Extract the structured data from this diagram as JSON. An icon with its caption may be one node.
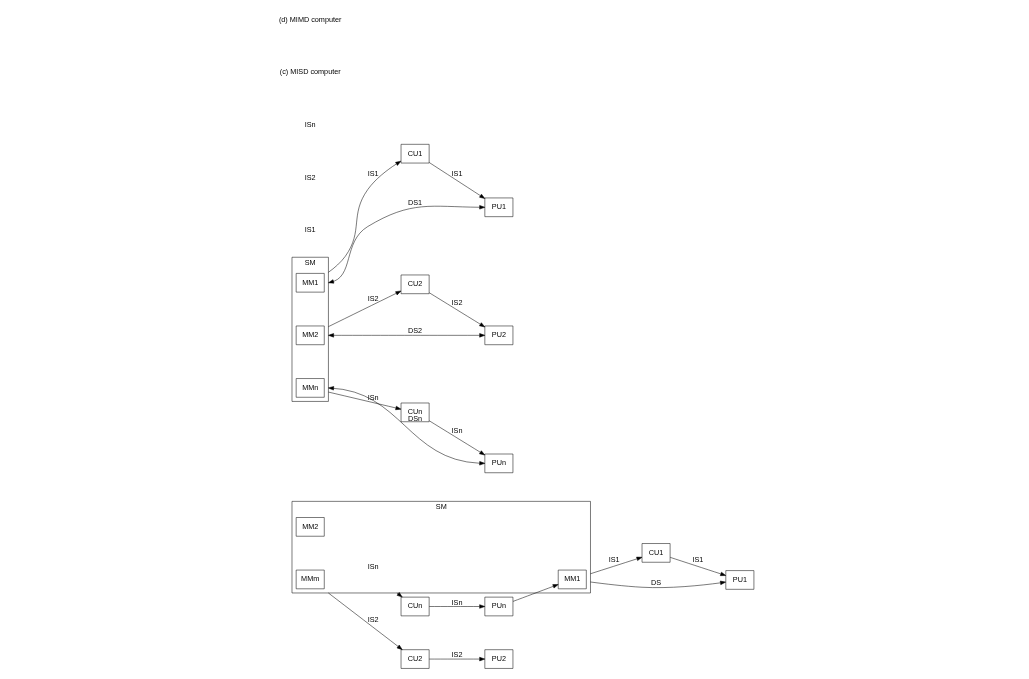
{
  "diagram": {
    "nodes": [
      {
        "text": [
          "CU1"
        ]
      },
      {
        "text": [
          "PU1"
        ]
      },
      {
        "text": [
          "CU2"
        ]
      },
      {
        "text": [
          "PU2"
        ]
      },
      {
        "text": [
          "CUn"
        ]
      },
      {
        "text": [
          "PUn"
        ]
      },
      {
        "text": [
          "SM"
        ]
      },
      {
        "text": [
          "MM1"
        ],
        "in": 6
      },
      {
        "text": [
          "MM2"
        ],
        "in": 6
      },
      {
        "text": [
          "MMm"
        ],
        "in": 6
      },
      {
        "text": [
          "CU1"
        ]
      },
      {
        "text": [
          "PU1"
        ]
      },
      {
        "text": [
          "CU2"
        ]
      },
      {
        "text": [
          "PU2"
        ]
      },
      {
        "text": [
          "CUn"
        ]
      },
      {
        "text": [
          "PUn"
        ]
      },
      {
        "text": [
          "SM"
        ]
      },
      {
        "text": [
          "MM1"
        ],
        "in": 16
      },
      {
        "text": [
          "MM2"
        ],
        "in": 16
      },
      {
        "text": [
          "MMn"
        ],
        "in": 16
      }
    ],
    "edges": [
      {
        "from": 0,
        "to": 1,
        "arrow": "to",
        "label": "IS1"
      },
      {
        "from": 2,
        "to": 3,
        "arrow": "to",
        "label": "IS2"
      },
      {
        "from": 4,
        "to": 5,
        "arrow": "to",
        "label": "ISn"
      },
      {
        "from": 6,
        "to": 1,
        "arrow": "to",
        "label": "DS"
      },
      {
        "from": 5,
        "to": 7,
        "arrow": "to"
      },
      {
        "from": 6,
        "to": 4,
        "arrow": "to",
        "label": "ISn"
      },
      {
        "from": 6,
        "to": 2,
        "arrow": "to",
        "label": "IS2"
      },
      {
        "from": 6,
        "to": 0,
        "arrow": "to",
        "label": "IS1"
      },
      {
        "from": 10,
        "to": 11,
        "arrow": "to",
        "label": "IS1"
      },
      {
        "from": 12,
        "to": 13,
        "arrow": "to",
        "label": "IS2"
      },
      {
        "from": 14,
        "to": 15,
        "arrow": "to",
        "label": "ISn"
      },
      {
        "from": 11,
        "to": 16,
        "arrow": "both",
        "label": "DS1"
      },
      {
        "from": 13,
        "to": 16,
        "arrow": "both",
        "label": "DS2"
      },
      {
        "from": 15,
        "to": 16,
        "arrow": "both",
        "label": "DSn"
      },
      {
        "from": 16,
        "to": 10,
        "arrow": "to",
        "label": "IS1"
      },
      {
        "from": 16,
        "to": 12,
        "arrow": "to",
        "label": "IS2"
      },
      {
        "from": 16,
        "to": 14,
        "arrow": "to",
        "label": "ISn"
      }
    ],
    "labels": [
      "IS1",
      "IS2",
      "ISn",
      "(c) MISD computer",
      "(d) MIMD computer"
    ]
  }
}
